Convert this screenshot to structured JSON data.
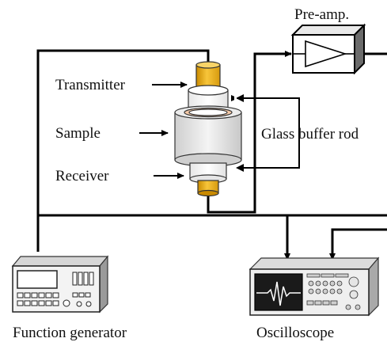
{
  "labels": {
    "preamp": "Pre-amp.",
    "transmitter": "Transmitter",
    "sample": "Sample",
    "receiver": "Receiver",
    "glass_buffer_rod": "Glass buffer rod",
    "function_generator": "Function generator",
    "oscilloscope": "Oscilloscope"
  },
  "colors": {
    "line": "#000000",
    "transducer": "#f2b51c",
    "transducer_dark": "#c98a00",
    "sample": "#e3e3e3",
    "couplant": "#f4c9a8",
    "instrument_body": "#f4f4f4",
    "screen": "#1a1a1a"
  }
}
